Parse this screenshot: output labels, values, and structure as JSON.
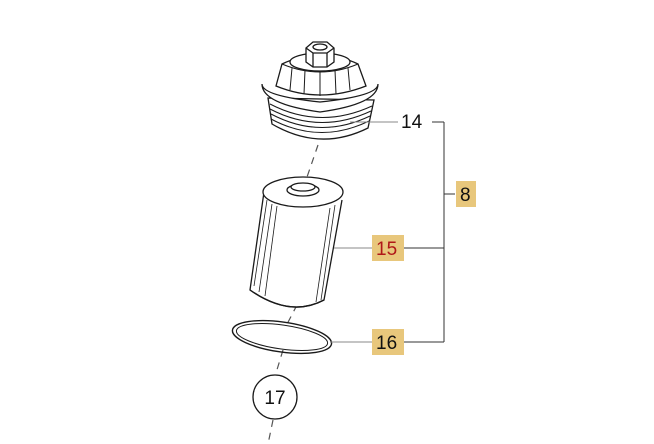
{
  "diagram": {
    "callouts": {
      "cap": {
        "label": "14",
        "color": "#111111",
        "highlighted": false
      },
      "assembly": {
        "label": "8",
        "color": "#111111",
        "highlighted": true
      },
      "filter_element": {
        "label": "15",
        "color": "#b01818",
        "highlighted": true
      },
      "seal_ring": {
        "label": "16",
        "color": "#111111",
        "highlighted": true
      },
      "circled_part": {
        "label": "17",
        "color": "#111111",
        "highlighted": false
      }
    },
    "colors": {
      "highlight": "#e8c77c",
      "line": "#333333",
      "part_stroke": "#1a1a1a",
      "leader": "#888888"
    }
  }
}
